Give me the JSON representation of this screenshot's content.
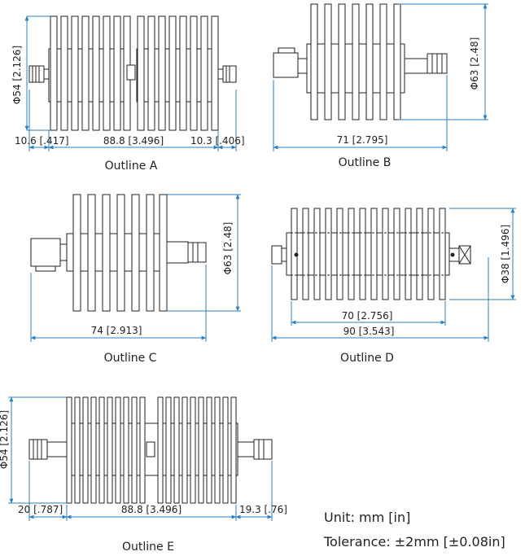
{
  "outlines": {
    "a": {
      "caption": "Outline A",
      "diameter": "Φ54 [2.126]",
      "left_connector": "10.6 [.417]",
      "body_length": "88.8 [3.496]",
      "right_connector": "10.3 [.406]"
    },
    "b": {
      "caption": "Outline B",
      "diameter": "Φ63 [2.48]",
      "length": "71 [2.795]"
    },
    "c": {
      "caption": "Outline C",
      "diameter": "Φ63 [2.48]",
      "length": "74 [2.913]"
    },
    "d": {
      "caption": "Outline D",
      "diameter": "Φ38 [1.496]",
      "body_length": "70 [2.756]",
      "overall_length": "90 [3.543]"
    },
    "e": {
      "caption": "Outline E",
      "diameter": "Φ54 [2.126]",
      "left_connector": "20 [.787]",
      "body_length": "88.8 [3.496]",
      "right_connector": "19.3 [.76]"
    }
  },
  "notes": {
    "unit": "Unit: mm [in]",
    "tolerance": "Tolerance: ±2mm [±0.08in]"
  },
  "colors": {
    "outline": "#222222",
    "dimension": "#2a7fc1"
  }
}
